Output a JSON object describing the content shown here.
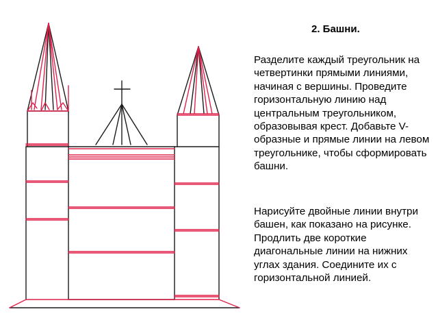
{
  "step": {
    "title": "2. Башни."
  },
  "instructions": {
    "paragraph_1": "Разделите каждый треугольник на четвертинки прямыми линиями, начиная с вершины. Проведите горизонтальную линию над центральным треугольником, образовывая крест. Добавьте V-образные и прямые линии на левом треугольнике, чтобы сформировать башни.",
    "paragraph_2": "Нарисуйте двойные линии внутри башен, как показано на рисунке. Продлить две короткие диагональные линии на нижних углах здания. Соедините их с горизонтальной линией."
  },
  "colors": {
    "sketch": "#1a1a1a",
    "guide": "#e0204a",
    "background": "#ffffff"
  }
}
